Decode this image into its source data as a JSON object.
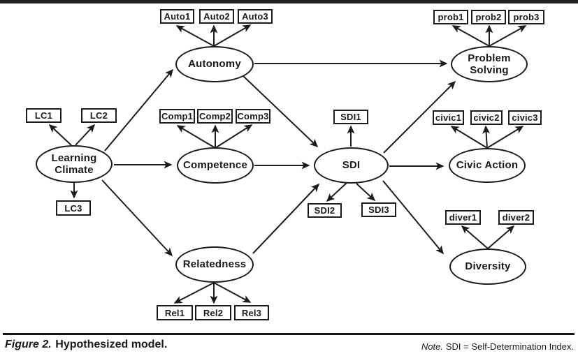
{
  "figure": {
    "caption": {
      "prefix": "Figure 2.",
      "text": "Hypothesized model."
    },
    "note": {
      "prefix": "Note.",
      "text": "SDI = Self-Determination Index."
    }
  },
  "diagram": {
    "type": "structural-equation-model-path-diagram",
    "colors": {
      "ink": "#1c1c1c",
      "background": "#ffffff"
    },
    "latents": {
      "learning_climate": "Learning\nClimate",
      "autonomy": "Autonomy",
      "competence": "Competence",
      "relatedness": "Relatedness",
      "sdi": "SDI",
      "problem_solving": "Problem\nSolving",
      "civic_action": "Civic Action",
      "diversity": "Diversity"
    },
    "indicators": {
      "lc1": "LC1",
      "lc2": "LC2",
      "lc3": "LC3",
      "auto1": "Auto1",
      "auto2": "Auto2",
      "auto3": "Auto3",
      "comp1": "Comp1",
      "comp2": "Comp2",
      "comp3": "Comp3",
      "rel1": "Rel1",
      "rel2": "Rel2",
      "rel3": "Rel3",
      "sdi1": "SDI1",
      "sdi2": "SDI2",
      "sdi3": "SDI3",
      "prob1": "prob1",
      "prob2": "prob2",
      "prob3": "prob3",
      "civic1": "civic1",
      "civic2": "civic2",
      "civic3": "civic3",
      "diver1": "diver1",
      "diver2": "diver2"
    },
    "structural_paths": [
      {
        "from": "learning_climate",
        "to": "autonomy"
      },
      {
        "from": "learning_climate",
        "to": "competence"
      },
      {
        "from": "learning_climate",
        "to": "relatedness"
      },
      {
        "from": "autonomy",
        "to": "sdi"
      },
      {
        "from": "autonomy",
        "to": "problem_solving"
      },
      {
        "from": "competence",
        "to": "sdi"
      },
      {
        "from": "relatedness",
        "to": "sdi"
      },
      {
        "from": "sdi",
        "to": "problem_solving"
      },
      {
        "from": "sdi",
        "to": "civic_action"
      },
      {
        "from": "sdi",
        "to": "diversity"
      }
    ],
    "measurement_paths": [
      {
        "from": "learning_climate",
        "to": [
          "lc1",
          "lc2",
          "lc3"
        ]
      },
      {
        "from": "autonomy",
        "to": [
          "auto1",
          "auto2",
          "auto3"
        ]
      },
      {
        "from": "competence",
        "to": [
          "comp1",
          "comp2",
          "comp3"
        ]
      },
      {
        "from": "relatedness",
        "to": [
          "rel1",
          "rel2",
          "rel3"
        ]
      },
      {
        "from": "sdi",
        "to": [
          "sdi1",
          "sdi2",
          "sdi3"
        ]
      },
      {
        "from": "problem_solving",
        "to": [
          "prob1",
          "prob2",
          "prob3"
        ]
      },
      {
        "from": "civic_action",
        "to": [
          "civic1",
          "civic2",
          "civic3"
        ]
      },
      {
        "from": "diversity",
        "to": [
          "diver1",
          "diver2"
        ]
      }
    ]
  }
}
